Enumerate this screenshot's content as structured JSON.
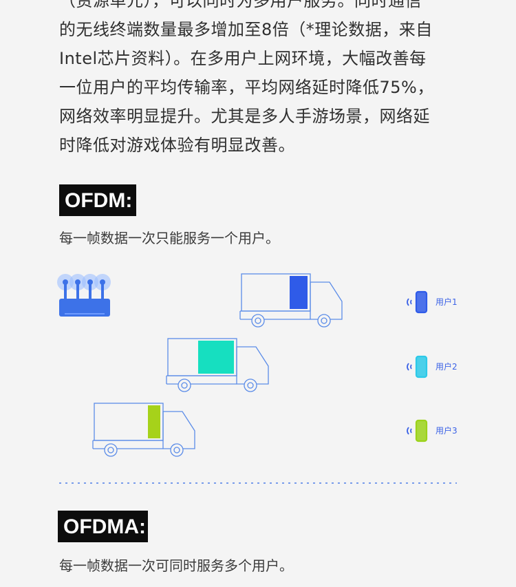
{
  "paragraph": {
    "lines": [
      "（资源单元），可以同时为多用户服务。同时通信",
      "的无线终端数量最多增加至8倍（*理论数据，来自",
      "Intel芯片资料）。在多用户上网环境，大幅改善每",
      "一位用户的平均传输率，平均网络延时降低75%，",
      "网络效率明显提升。尤其是多人手游场景，网络延",
      "时降低对游戏体验有明显改善。"
    ]
  },
  "ofdm": {
    "title": "OFDM:",
    "description": "每一帧数据一次只能服务一个用户。",
    "users": [
      "用户1",
      "用户2",
      "用户3"
    ],
    "cargo_colors": [
      "#2f5be8",
      "#16dfc0",
      "#a6d21a"
    ],
    "phone_colors": [
      "#2f5be8",
      "#2cc9e8",
      "#9bd21a"
    ],
    "icons": {
      "router": "router-icon",
      "truck": "truck-icon",
      "phone": "smartphone-icon",
      "signal": "wifi-signal-icon"
    }
  },
  "ofdma": {
    "title": "OFDMA:",
    "description": "每一帧数据一次可同时服务多个用户。"
  },
  "colors": {
    "outline": "#5b8ce8",
    "router": "#3d72e8",
    "router_glow": "#9ec0ff",
    "divider": "#4d7de6"
  }
}
